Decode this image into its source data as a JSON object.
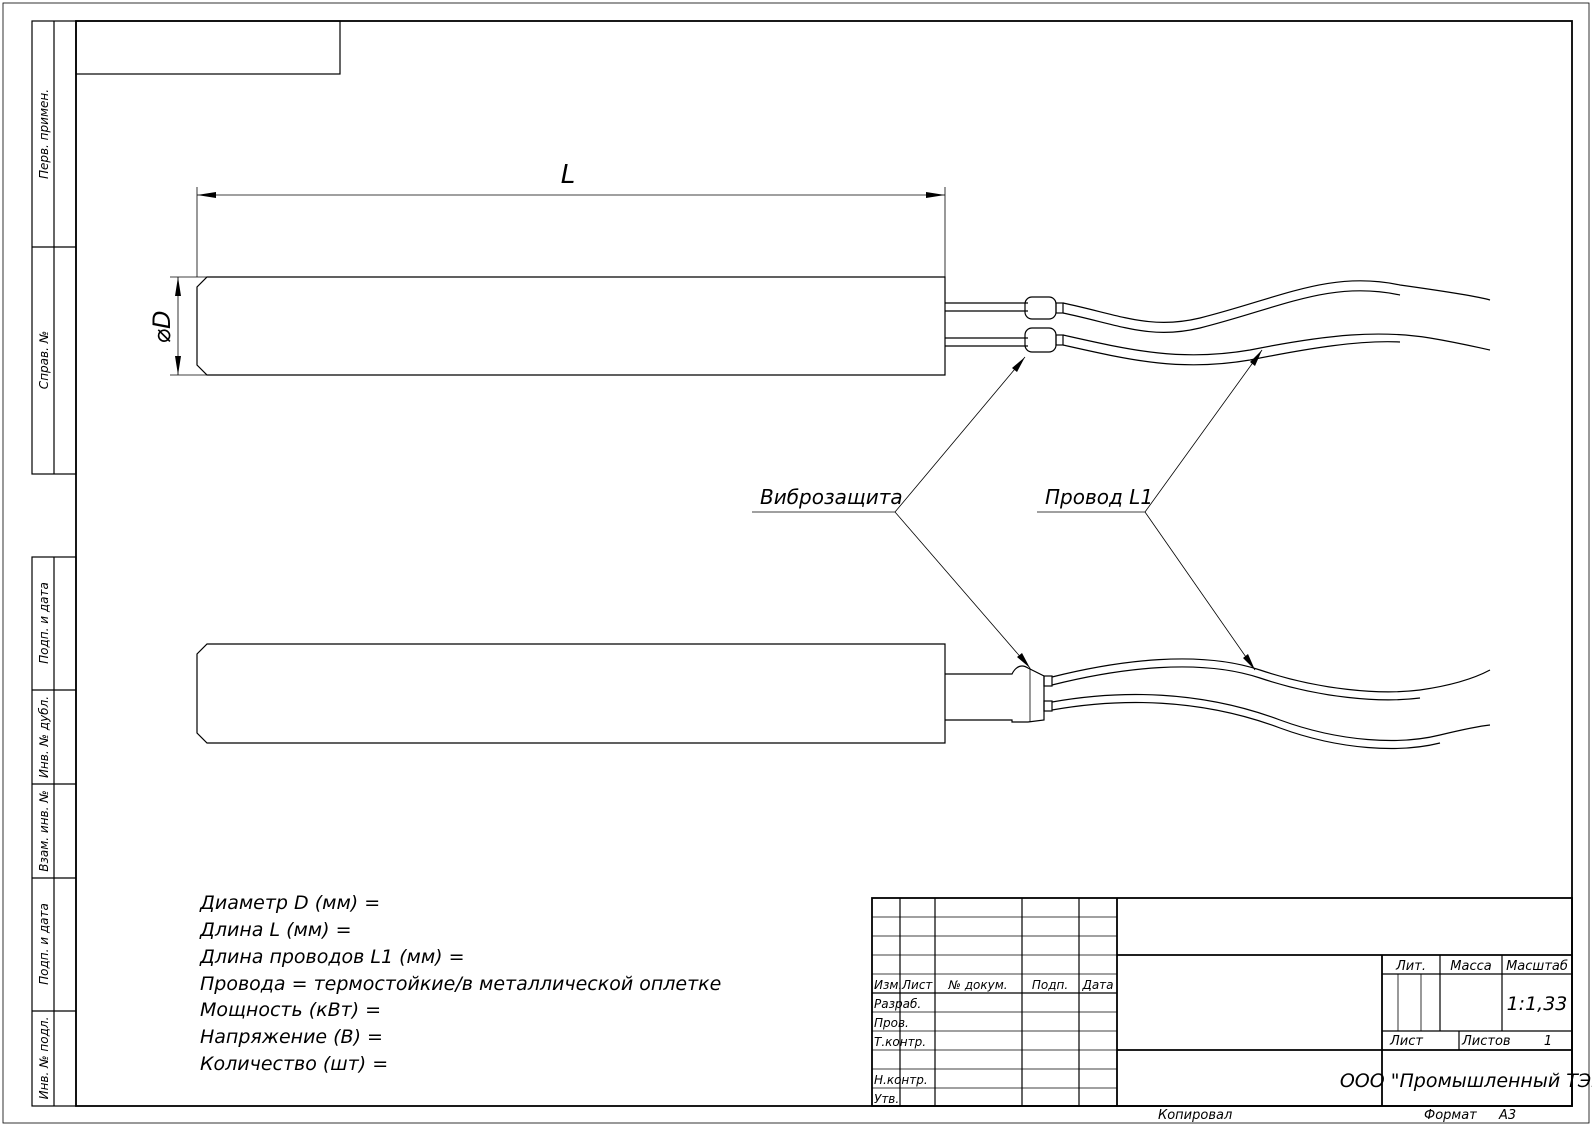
{
  "side_stamp": {
    "perv_primen": "Перв. примен.",
    "sprav_no": "Справ. №",
    "podp_data_1": "Подп. и дата",
    "inv_dubl": "Инв. № дубл.",
    "vzam_inv": "Взам. инв. №",
    "podp_data_2": "Подп. и дата",
    "inv_podl": "Инв. № подл."
  },
  "drawing": {
    "dim_length": "L",
    "dim_diameter": "⌀D",
    "callout_vibro": "Виброзащита",
    "callout_wire": "Провод L1"
  },
  "specs": [
    "Диаметр D (мм) =",
    "Длина L (мм) =",
    "Длина проводов L1 (мм) =",
    "Провода = термостойкие/в металлической оплетке",
    "Мощность (кВт) =",
    "Напряжение (В) =",
    "Количество (шт) ="
  ],
  "title_block": {
    "col_izm": "Изм.",
    "col_list": "Лист",
    "col_doc": "№ докум.",
    "col_podp": "Подп.",
    "col_data": "Дата",
    "row_razrab": "Разраб.",
    "row_prov": "Пров.",
    "row_tkontr": "Т.контр.",
    "row_nkontr": "Н.контр.",
    "row_utv": "Утв.",
    "lit": "Лит.",
    "massa": "Масса",
    "masshtab": "Масштаб",
    "scale": "1:1,33",
    "list": "Лист",
    "listov": "Листов",
    "listov_value": "1",
    "company": "ООО \"Промышленный ТЭН\""
  },
  "footer": {
    "kopiroval": "Копировал",
    "format": "Формат",
    "format_value": "А3"
  }
}
